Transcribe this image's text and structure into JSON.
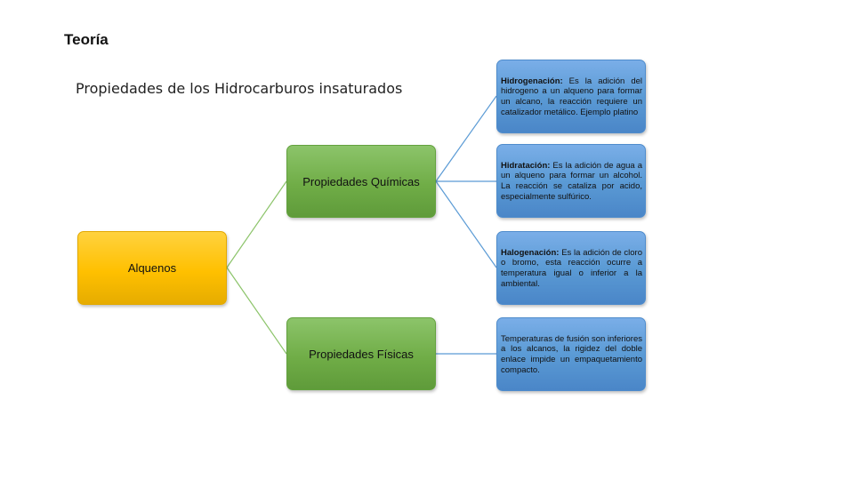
{
  "heading": "Teoría",
  "subtitle": "Propiedades de los Hidrocarburos insaturados",
  "colors": {
    "root": "#ffc000",
    "branch": "#70ad47",
    "leaf": "#5b9bd5",
    "connector_green": "#8cc46a",
    "connector_blue": "#5b9bd5"
  },
  "diagram": {
    "root": {
      "label": "Alquenos"
    },
    "branches": [
      {
        "label": "Propiedades Químicas"
      },
      {
        "label": "Propiedades Físicas"
      }
    ],
    "leaves": [
      {
        "term": "Hidrogenación:",
        "text": " Es la adición del hidrogeno a un alqueno para formar un alcano, la reacción requiere un catalizador metálico. Ejemplo platino"
      },
      {
        "term": "Hidratación:",
        "text": " Es la adición de agua a un alqueno para formar un alcohol. La reacción se cataliza por acido, especialmente sulfúrico."
      },
      {
        "term": "Halogenación:",
        "text": " Es la adición de cloro o bromo, esta reacción ocurre a temperatura igual o inferior a la ambiental."
      },
      {
        "term": "",
        "text": "Temperaturas de fusión son inferiores a los alcanos, la rigidez del doble enlace impide un empaquetamiento compacto."
      }
    ]
  }
}
